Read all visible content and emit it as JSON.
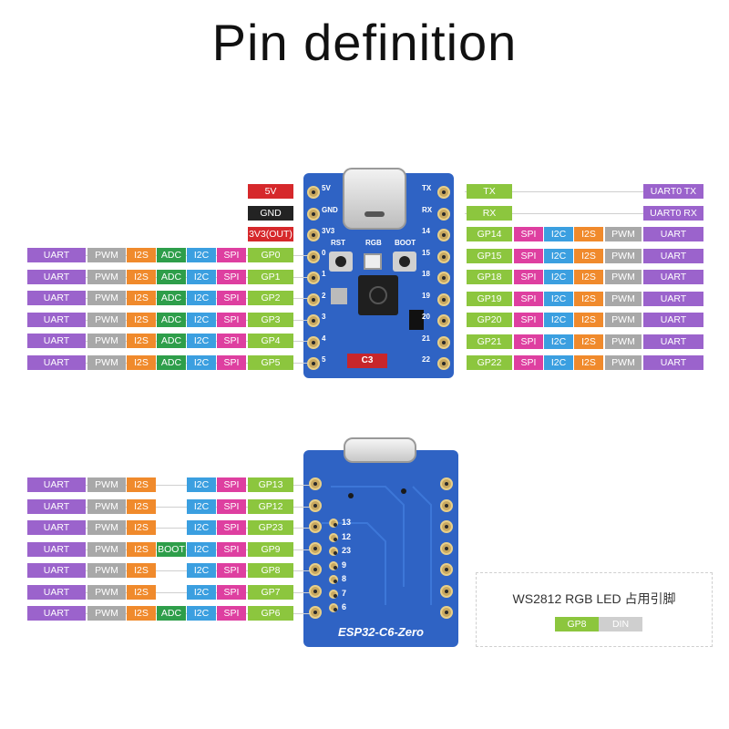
{
  "title": "Pin definition",
  "colors": {
    "UART": "#9b63cc",
    "PWM": "#a8a8a8",
    "I2S": "#f08a2c",
    "ADC": "#2e9e4a",
    "I2C": "#3b9fe0",
    "SPI": "#de3fa0",
    "GP": "#8cc63e",
    "power": "#d6282b",
    "gnd": "#232323",
    "board": "#2f63c4",
    "uart_tag": "#9b63cc",
    "din": "#cfcfcf"
  },
  "top_left_power": [
    {
      "text": "5V",
      "kind": "power"
    },
    {
      "text": "GND",
      "kind": "gnd"
    },
    {
      "text": "3V3(OUT)",
      "kind": "power"
    }
  ],
  "top_left_rows": [
    [
      "UART",
      "PWM",
      "I2S",
      "ADC",
      "I2C",
      "SPI",
      "GP0"
    ],
    [
      "UART",
      "PWM",
      "I2S",
      "ADC",
      "I2C",
      "SPI",
      "GP1"
    ],
    [
      "UART",
      "PWM",
      "I2S",
      "ADC",
      "I2C",
      "SPI",
      "GP2"
    ],
    [
      "UART",
      "PWM",
      "I2S",
      "ADC",
      "I2C",
      "SPI",
      "GP3"
    ],
    [
      "UART",
      "PWM",
      "I2S",
      "ADC",
      "I2C",
      "SPI",
      "GP4"
    ],
    [
      "UART",
      "PWM",
      "I2S",
      "ADC",
      "I2C",
      "SPI",
      "GP5"
    ]
  ],
  "top_right_uart": [
    {
      "pin": "TX",
      "func": "UART0 TX"
    },
    {
      "pin": "RX",
      "func": "UART0 RX"
    }
  ],
  "top_right_rows": [
    [
      "GP14",
      "SPI",
      "I2C",
      "I2S",
      "PWM",
      "UART"
    ],
    [
      "GP15",
      "SPI",
      "I2C",
      "I2S",
      "PWM",
      "UART"
    ],
    [
      "GP18",
      "SPI",
      "I2C",
      "I2S",
      "PWM",
      "UART"
    ],
    [
      "GP19",
      "SPI",
      "I2C",
      "I2S",
      "PWM",
      "UART"
    ],
    [
      "GP20",
      "SPI",
      "I2C",
      "I2S",
      "PWM",
      "UART"
    ],
    [
      "GP21",
      "SPI",
      "I2C",
      "I2S",
      "PWM",
      "UART"
    ],
    [
      "GP22",
      "SPI",
      "I2C",
      "I2S",
      "PWM",
      "UART"
    ]
  ],
  "bottom_rows": [
    [
      "UART",
      "PWM",
      "I2S",
      "",
      "I2C",
      "SPI",
      "GP13"
    ],
    [
      "UART",
      "PWM",
      "I2S",
      "",
      "I2C",
      "SPI",
      "GP12"
    ],
    [
      "UART",
      "PWM",
      "I2S",
      "",
      "I2C",
      "SPI",
      "GP23"
    ],
    [
      "UART",
      "PWM",
      "I2S",
      "BOOT",
      "I2C",
      "SPI",
      "GP9"
    ],
    [
      "UART",
      "PWM",
      "I2S",
      "",
      "I2C",
      "SPI",
      "GP8"
    ],
    [
      "UART",
      "PWM",
      "I2S",
      "",
      "I2C",
      "SPI",
      "GP7"
    ],
    [
      "UART",
      "PWM",
      "I2S",
      "ADC",
      "I2C",
      "SPI",
      "GP6"
    ]
  ],
  "board_top": {
    "left_silk": [
      "5V",
      "GND",
      "3V3",
      "0",
      "1",
      "2",
      "3",
      "4",
      "5"
    ],
    "right_silk": [
      "TX",
      "RX",
      "14",
      "15",
      "18",
      "19",
      "20",
      "21",
      "22"
    ],
    "buttons": [
      "RST",
      "RGB",
      "BOOT"
    ],
    "chip_tag": "C3"
  },
  "board_bottom": {
    "silk": [
      "13",
      "12",
      "23",
      "9",
      "8",
      "7",
      "6"
    ],
    "name": "ESP32-C6-Zero"
  },
  "legend": {
    "text": "WS2812 RGB LED 占用引脚",
    "gp": "GP8",
    "din": "DIN"
  }
}
